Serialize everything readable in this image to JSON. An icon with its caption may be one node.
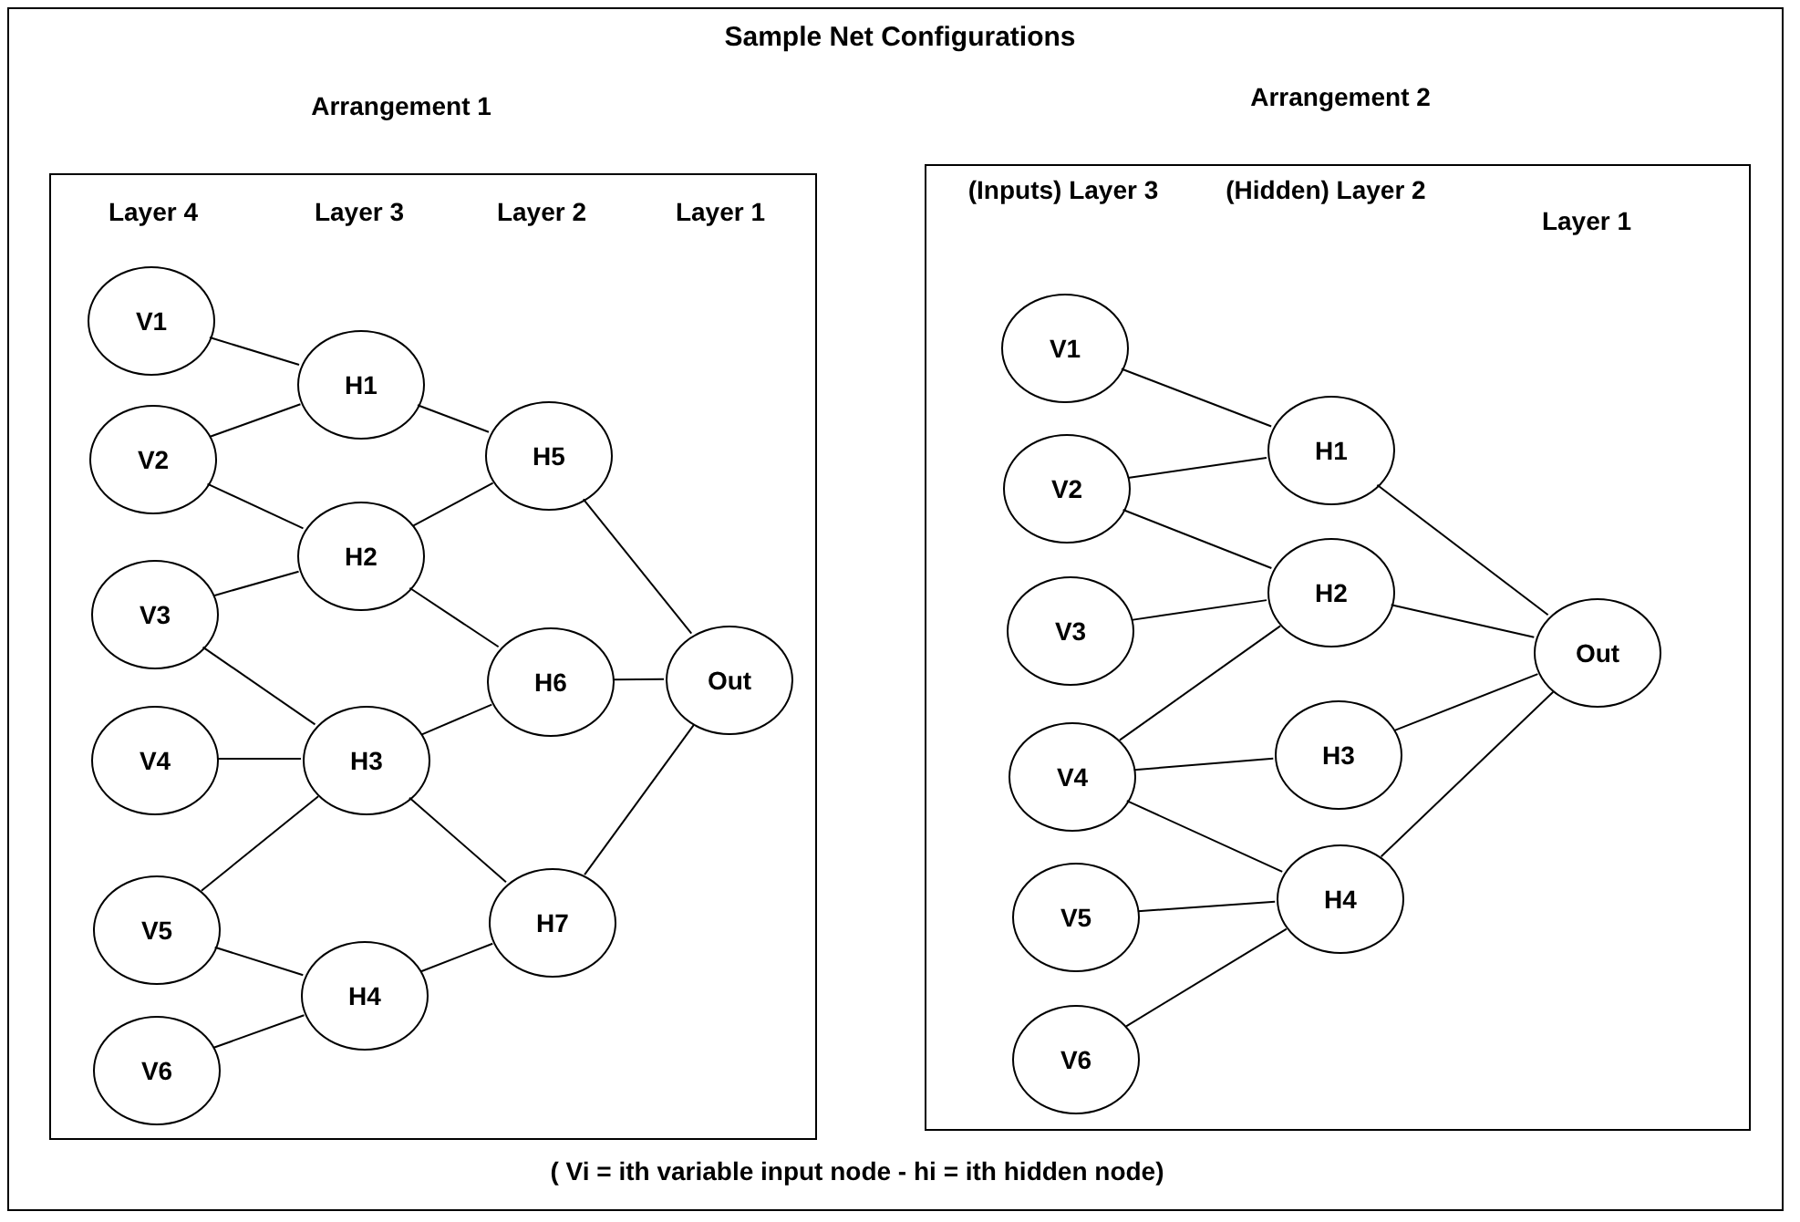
{
  "diagram": {
    "title": "Sample Net Configurations",
    "caption": "( Vi = ith variable input node - hi = ith hidden node)",
    "nodes": [
      {
        "text": [
          "Arrangement 1"
        ]
      },
      {
        "text": [
          "V1"
        ],
        "in": 0
      },
      {
        "text": [
          "V2"
        ],
        "in": 0
      },
      {
        "text": [
          "V3"
        ],
        "in": 0
      },
      {
        "text": [
          "V4"
        ],
        "in": 0
      },
      {
        "text": [
          "V5"
        ],
        "in": 0
      },
      {
        "text": [
          "V6"
        ],
        "in": 0
      },
      {
        "text": [
          "H1"
        ],
        "in": 0
      },
      {
        "text": [
          "H2"
        ],
        "in": 0
      },
      {
        "text": [
          "H3"
        ],
        "in": 0
      },
      {
        "text": [
          "H4"
        ],
        "in": 0
      },
      {
        "text": [
          "H5"
        ],
        "in": 0
      },
      {
        "text": [
          "H6"
        ],
        "in": 0
      },
      {
        "text": [
          "H7"
        ],
        "in": 0
      },
      {
        "text": [
          "Out"
        ],
        "in": 0
      },
      {
        "text": [
          "Arrangement 2"
        ]
      },
      {
        "text": [
          "V1"
        ],
        "in": 15
      },
      {
        "text": [
          "V2"
        ],
        "in": 15
      },
      {
        "text": [
          "V3"
        ],
        "in": 15
      },
      {
        "text": [
          "V4"
        ],
        "in": 15
      },
      {
        "text": [
          "V5"
        ],
        "in": 15
      },
      {
        "text": [
          "V6"
        ],
        "in": 15
      },
      {
        "text": [
          "H1"
        ],
        "in": 15
      },
      {
        "text": [
          "H2"
        ],
        "in": 15
      },
      {
        "text": [
          "H3"
        ],
        "in": 15
      },
      {
        "text": [
          "H4"
        ],
        "in": 15
      },
      {
        "text": [
          "Out"
        ],
        "in": 15
      }
    ],
    "edges": [
      {
        "from": 1,
        "to": 7,
        "arrow": "none"
      },
      {
        "from": 2,
        "to": 7,
        "arrow": "none"
      },
      {
        "from": 2,
        "to": 8,
        "arrow": "none"
      },
      {
        "from": 3,
        "to": 8,
        "arrow": "none"
      },
      {
        "from": 3,
        "to": 9,
        "arrow": "none"
      },
      {
        "from": 4,
        "to": 9,
        "arrow": "none"
      },
      {
        "from": 5,
        "to": 9,
        "arrow": "none"
      },
      {
        "from": 5,
        "to": 10,
        "arrow": "none"
      },
      {
        "from": 6,
        "to": 10,
        "arrow": "none"
      },
      {
        "from": 7,
        "to": 11,
        "arrow": "none"
      },
      {
        "from": 8,
        "to": 11,
        "arrow": "none"
      },
      {
        "from": 8,
        "to": 12,
        "arrow": "none"
      },
      {
        "from": 9,
        "to": 12,
        "arrow": "none"
      },
      {
        "from": 9,
        "to": 13,
        "arrow": "none"
      },
      {
        "from": 10,
        "to": 13,
        "arrow": "none"
      },
      {
        "from": 11,
        "to": 14,
        "arrow": "none"
      },
      {
        "from": 12,
        "to": 14,
        "arrow": "none"
      },
      {
        "from": 13,
        "to": 14,
        "arrow": "none"
      },
      {
        "from": 16,
        "to": 22,
        "arrow": "none"
      },
      {
        "from": 17,
        "to": 22,
        "arrow": "none"
      },
      {
        "from": 17,
        "to": 23,
        "arrow": "none"
      },
      {
        "from": 18,
        "to": 23,
        "arrow": "none"
      },
      {
        "from": 19,
        "to": 23,
        "arrow": "none"
      },
      {
        "from": 19,
        "to": 24,
        "arrow": "none"
      },
      {
        "from": 19,
        "to": 25,
        "arrow": "none"
      },
      {
        "from": 20,
        "to": 25,
        "arrow": "none"
      },
      {
        "from": 21,
        "to": 25,
        "arrow": "none"
      },
      {
        "from": 22,
        "to": 26,
        "arrow": "none"
      },
      {
        "from": 23,
        "to": 26,
        "arrow": "none"
      },
      {
        "from": 24,
        "to": 26,
        "arrow": "none"
      },
      {
        "from": 25,
        "to": 26,
        "arrow": "none"
      }
    ],
    "labels": [
      "Layer 4",
      "Layer 3",
      "Layer 2",
      "Layer 1",
      "(Inputs) Layer 3",
      "(Hidden) Layer 2",
      "Layer 1"
    ]
  }
}
